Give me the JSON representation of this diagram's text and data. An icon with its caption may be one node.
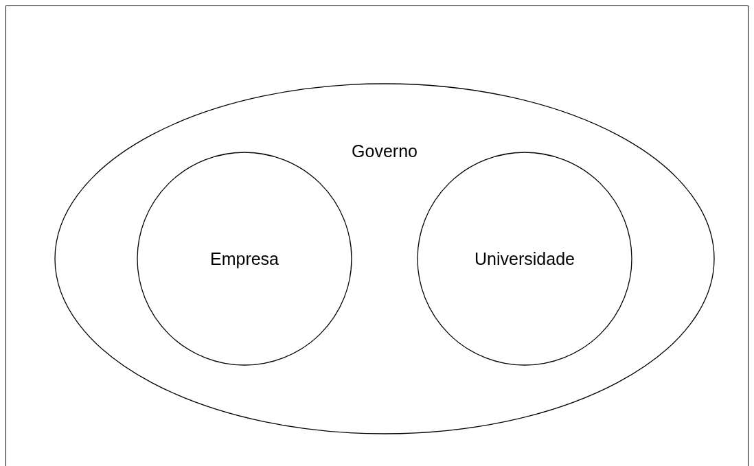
{
  "diagram": {
    "nodes": [
      {
        "text": [
          "Governo"
        ]
      },
      {
        "text": [
          "Empresa"
        ],
        "in": 0
      },
      {
        "text": [
          "Universidade"
        ],
        "in": 0
      }
    ]
  }
}
